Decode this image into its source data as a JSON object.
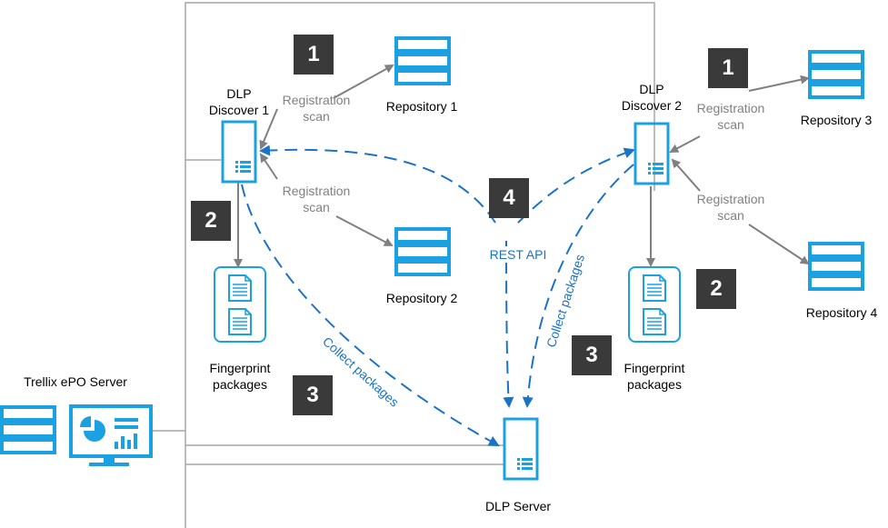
{
  "nodes": {
    "dlp_discover_1": {
      "label_line1": "DLP",
      "label_line2": "Discover 1"
    },
    "dlp_discover_2": {
      "label_line1": "DLP",
      "label_line2": "Discover 2"
    },
    "repository_1": "Repository 1",
    "repository_2": "Repository 2",
    "repository_3": "Repository 3",
    "repository_4": "Repository 4",
    "fingerprint_1": {
      "line1": "Fingerprint",
      "line2": "packages"
    },
    "fingerprint_2": {
      "line1": "Fingerprint",
      "line2": "packages"
    },
    "epo_server": "Trellix ePO Server",
    "dlp_server": "DLP Server"
  },
  "edge_labels": {
    "reg_scan": {
      "line1": "Registration",
      "line2": "scan"
    },
    "collect_packages": "Collect packages",
    "rest_api": "REST API"
  },
  "steps": [
    "1",
    "2",
    "3",
    "4"
  ],
  "colors": {
    "accent": "#1ba1e2",
    "arrow_gray": "#808080",
    "arrow_blue": "#1a73c8",
    "badge": "#3a3a3a",
    "frame": "#a6a6a6"
  },
  "icons": [
    "server-rack-icon",
    "server-tower-icon",
    "document-package-icon",
    "monitor-dashboard-icon"
  ]
}
